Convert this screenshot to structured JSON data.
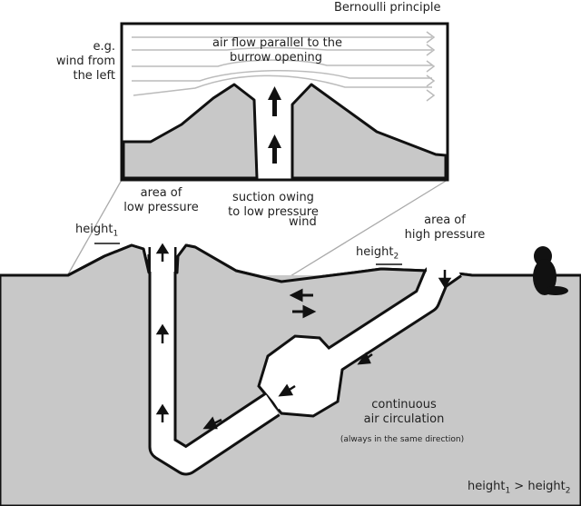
{
  "title": "Bernoulli principle",
  "inset": {
    "wind_note": [
      "e.g.",
      "wind from",
      "the left"
    ],
    "airflow": [
      "air flow parallel to the",
      "burrow opening"
    ],
    "suction": [
      "suction owing",
      "to low pressure"
    ]
  },
  "main": {
    "low_pressure": [
      "area of",
      "low pressure"
    ],
    "high_pressure": [
      "area of",
      "high pressure"
    ],
    "wind": "wind",
    "height1": "height",
    "height1_sub": "1",
    "height2": "height",
    "height2_sub": "2",
    "circulation": [
      "continuous",
      "air circulation"
    ],
    "circulation_note": "(always in the same direction)",
    "relation": "height",
    "relation_sub1": "1",
    "relation_mid": " > height",
    "relation_sub2": "2"
  },
  "colors": {
    "ground": "#c8c8c8",
    "outline": "#111111",
    "flow": "#bbbbbb"
  }
}
